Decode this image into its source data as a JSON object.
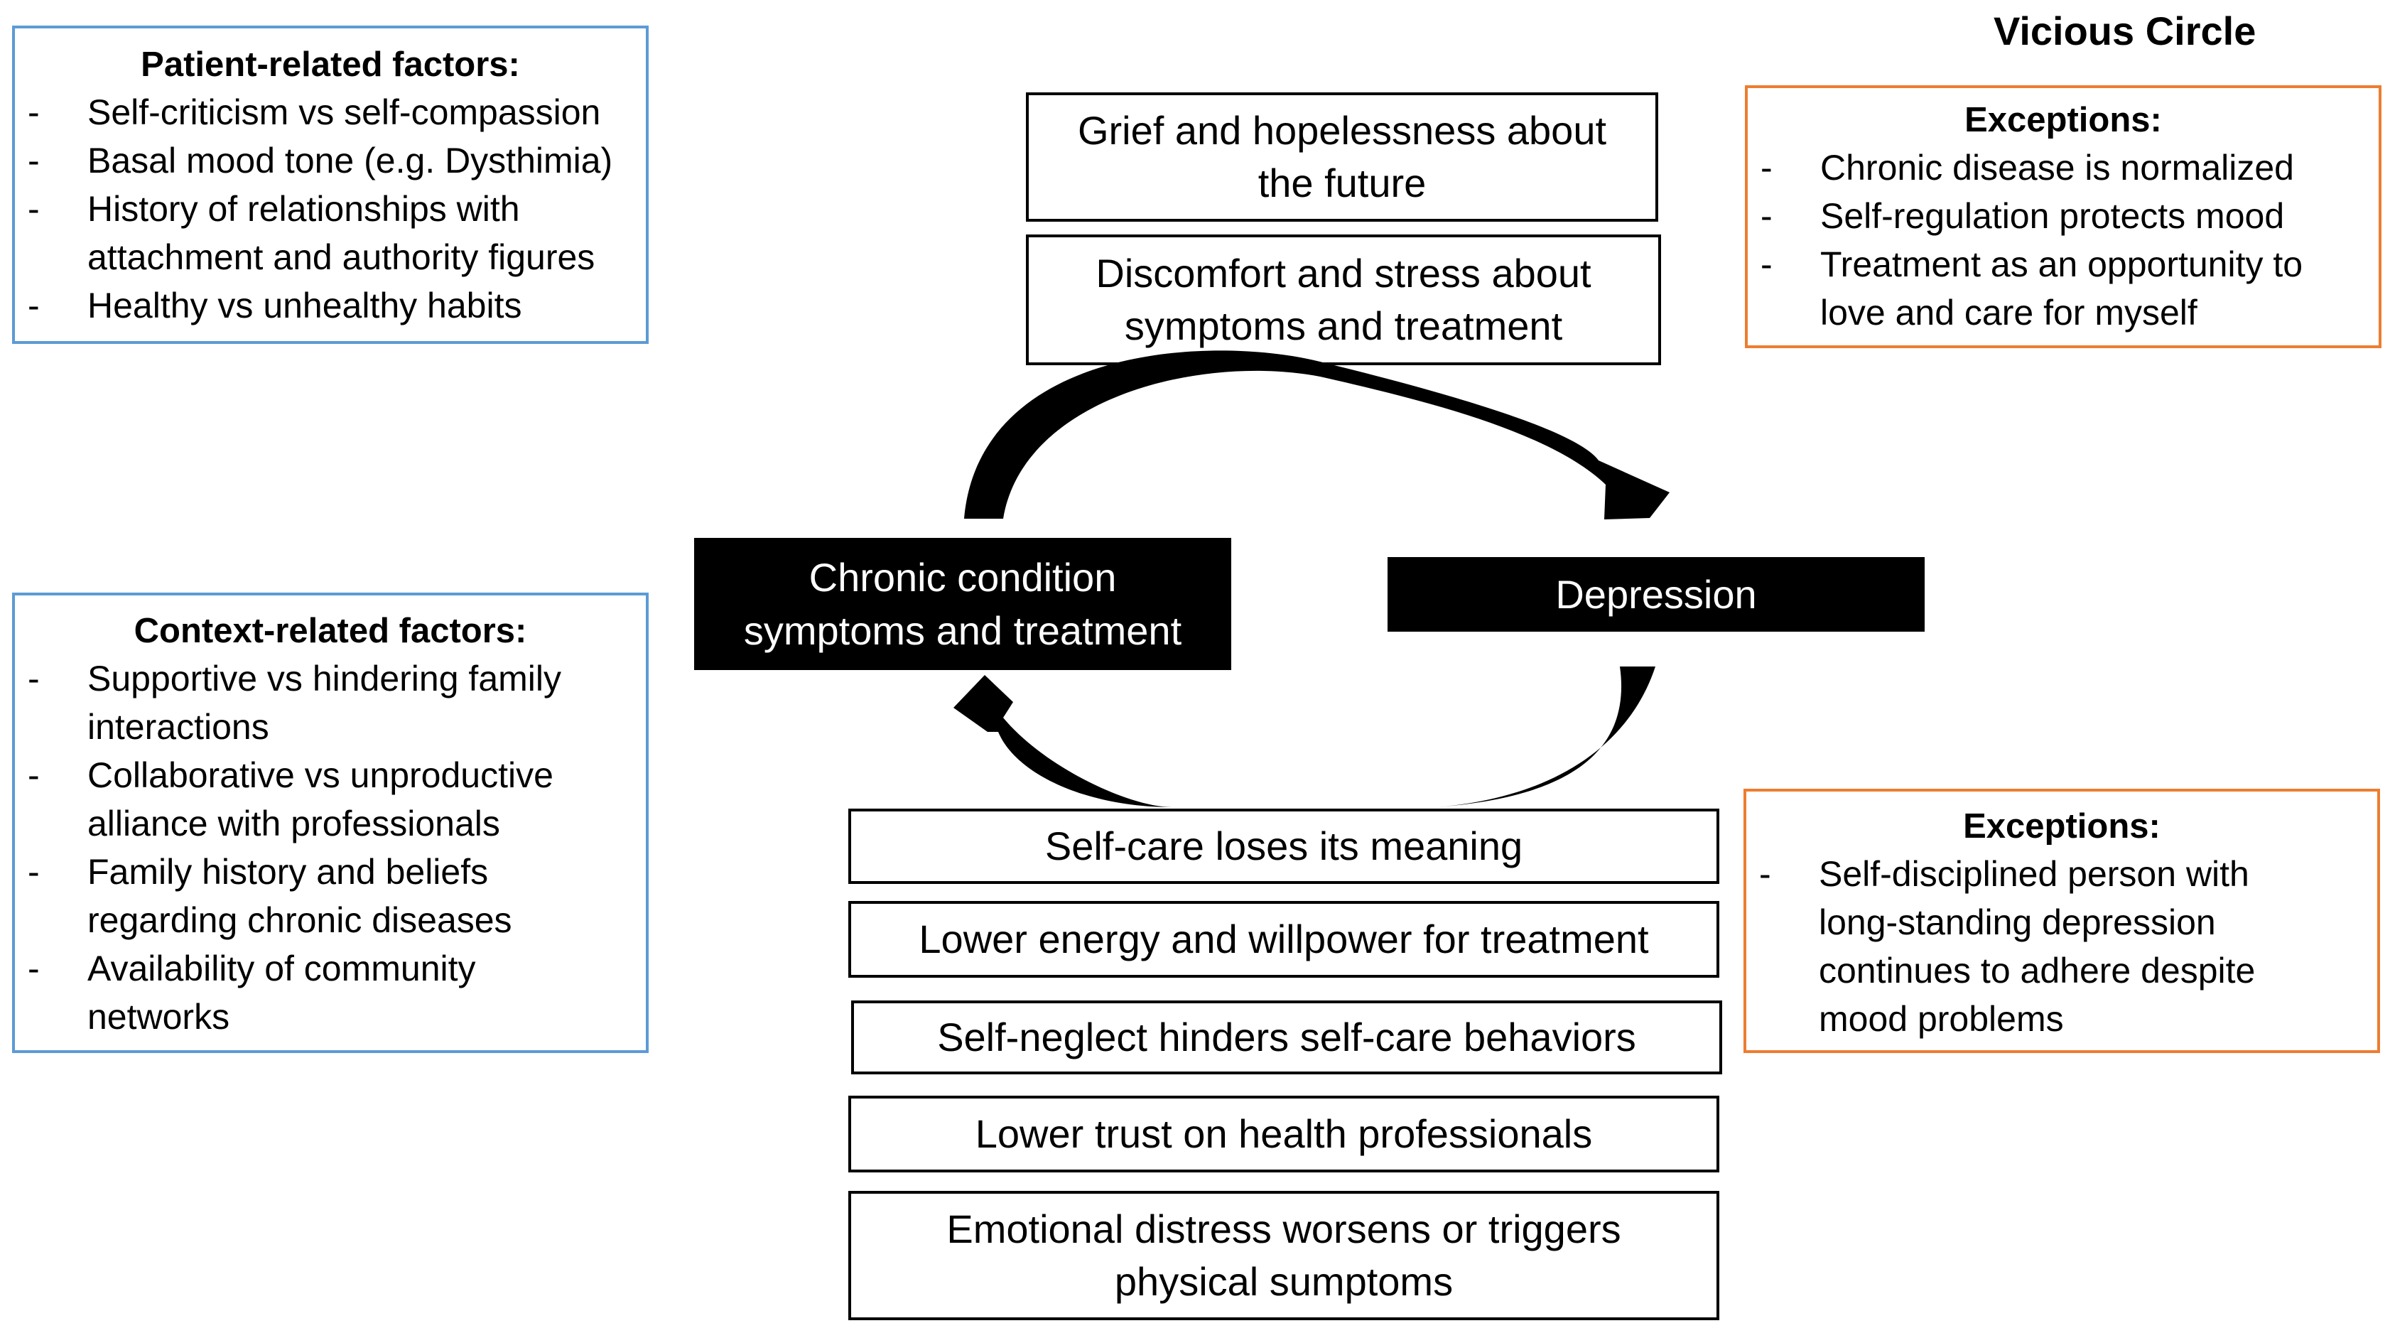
{
  "title": "Vicious Circle",
  "patient_factors": {
    "heading": "Patient-related factors:",
    "items": [
      "Self-criticism vs self-compassion",
      "Basal mood tone (e.g. Dysthimia)",
      "History of relationships with\nattachment and authority figures",
      "Healthy vs unhealthy habits"
    ]
  },
  "context_factors": {
    "heading": "Context-related factors:",
    "items": [
      "Supportive vs hindering family\ninteractions",
      "Collaborative vs unproductive\nalliance with professionals",
      "Family history and beliefs\nregarding chronic diseases",
      "Availability of community\nnetworks"
    ]
  },
  "exceptions_top": {
    "heading": "Exceptions:",
    "items": [
      "Chronic disease is normalized",
      "Self-regulation protects mood",
      "Treatment as an opportunity to\nlove and care for myself"
    ]
  },
  "exceptions_bottom": {
    "heading": "Exceptions:",
    "items": [
      "Self-disciplined person with\nlong-standing depression\ncontinues to adhere despite\nmood problems"
    ]
  },
  "top_boxes": [
    "Grief and hopelessness about\nthe future",
    "Discomfort and stress about\nsymptoms and treatment"
  ],
  "chronic_condition": "Chronic condition\nsymptoms and treatment",
  "depression": "Depression",
  "bottom_boxes": [
    "Self-care loses its meaning",
    "Lower energy and willpower for treatment",
    "Self-neglect hinders self-care behaviors",
    "Lower trust on health professionals",
    "Emotional distress worsens or triggers\nphysical sumptoms"
  ],
  "colors": {
    "factor_border": "#5b9bd5",
    "exception_border": "#ed7d31",
    "dark_fill": "#000000"
  }
}
